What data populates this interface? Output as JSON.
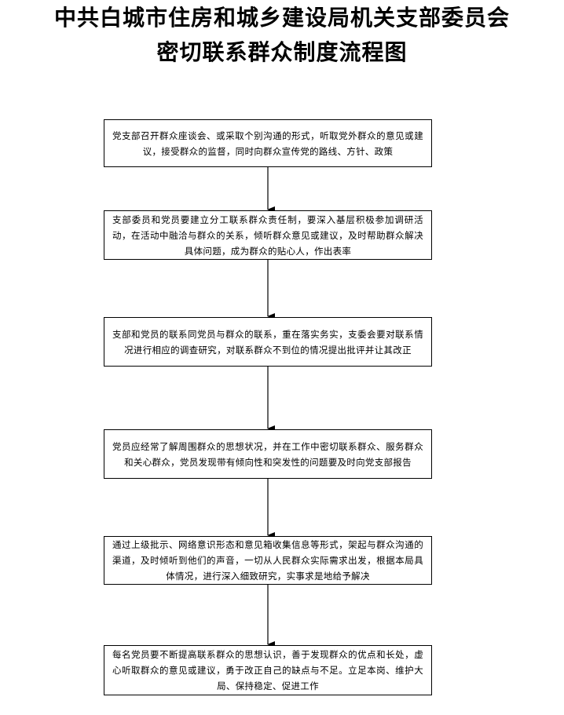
{
  "title": {
    "line1": "中共白城市住房和城乡建设局机关支部委员会",
    "line2": "密切联系群众制度流程图"
  },
  "steps": [
    "党支部召开群众座谈会、或采取个别沟通的形式，听取党外群众的意见或建议，接受群众的监督，同时向群众宣传党的路线、方针、政策",
    "支部委员和党员要建立分工联系群众责任制，要深入基层积极参加调研活动，在活动中融洽与群众的关系，倾听群众意见或建议，及时帮助群众解决具体问题，成为群众的贴心人，作出表率",
    "支部和党员的联系同党员与群众的联系，重在落实务实，支委会要对联系情况进行相应的调查研究，对联系群众不到位的情况提出批评并让其改正",
    "党员应经常了解周围群众的思想状况，并在工作中密切联系群众、服务群众和关心群众，党员发现带有倾向性和突发性的问题要及时向党支部报告",
    "通过上级批示、网络意识形态和意见箱收集信息等形式，架起与群众沟通的渠道，及时倾听到他们的声音，一切从人民群众实际需求出发，根据本局具体情况，进行深入细致研究，实事求是地给予解决",
    "每名党员要不断提高联系群众的思想认识，善于发现群众的优点和长处，虚心听取群众的意见或建议，勇于改正自己的缺点与不足。立足本岗、维护大局、保持稳定、促进工作"
  ]
}
